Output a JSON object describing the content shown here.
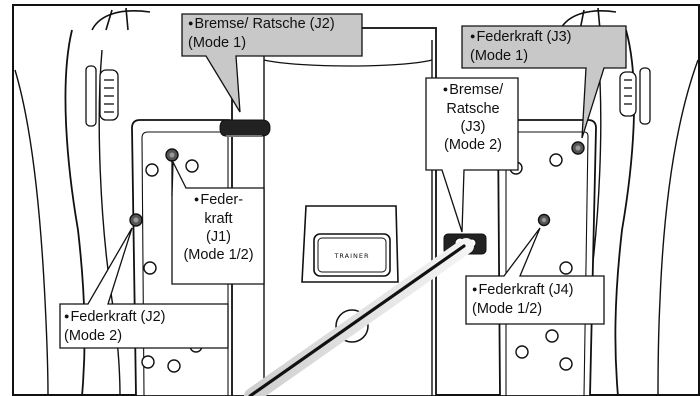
{
  "callouts": {
    "brake_j2": {
      "lines": [
        "Bremse/ Ratsche (J2)",
        "(Mode 1)"
      ]
    },
    "spring_j3": {
      "lines": [
        "Federkraft (J3)",
        "(Mode 1)"
      ]
    },
    "brake_j3": {
      "lines": [
        "Bremse/",
        "Ratsche",
        "(J3)",
        "(Mode 2)"
      ]
    },
    "spring_j1": {
      "lines": [
        "Feder-",
        "kraft",
        "(J1)",
        "(Mode 1/2)"
      ]
    },
    "spring_j2": {
      "lines": [
        "Federkraft (J2)",
        "(Mode 2)"
      ]
    },
    "spring_j4": {
      "lines": [
        "Federkraft (J4)",
        "(Mode 1/2)"
      ]
    }
  },
  "panel_label": "TRAINER",
  "colors": {
    "outline": "#111111",
    "callout_fill": "#ffffff",
    "callout_fill_gray": "#c8c8c8",
    "screw_fill": "#555555"
  }
}
